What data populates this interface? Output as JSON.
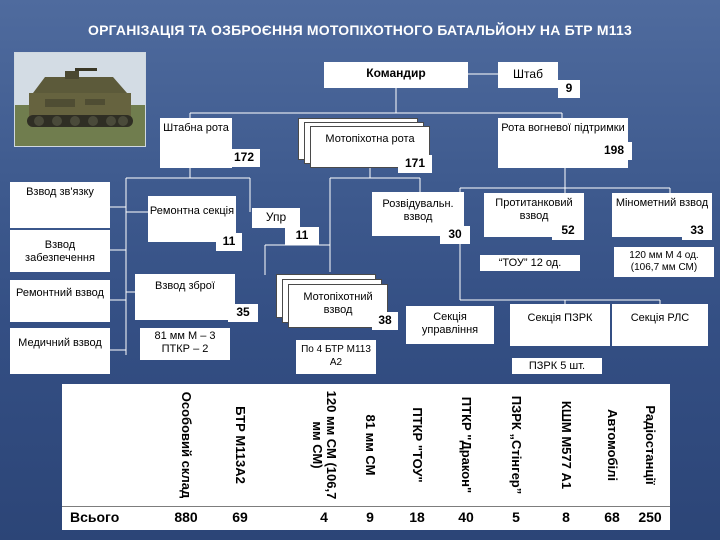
{
  "title": "ОРГАНІЗАЦІЯ ТА ОЗБРОЄННЯ МОТОПІХОТНОГО БАТАЛЬЙОНУ НА БТР М113",
  "nodes": {
    "commander": "Командир",
    "hq": "Штаб",
    "hq_num": "9",
    "hq_company": "Штабна рота",
    "hq_company_num": "172",
    "infantry_company": "Мотопіхотна рота",
    "infantry_company_num": "171",
    "fire_support_company": "Рота вогневої підтримки",
    "fire_support_num": "198",
    "comms_platoon": "Взвод зв'язку",
    "supply_platoon": "Взвод забезпечення",
    "repair_platoon": "Ремонтний взвод",
    "medical_platoon": "Медичний взвод",
    "repair_section": "Ремонтна секція",
    "repair_section_num": "11",
    "upr": "Упр",
    "upr_num": "11",
    "recon_platoon": "Розвідувальн. взвод",
    "recon_num": "30",
    "antitank_platoon": "Протитанковий взвод",
    "antitank_num": "52",
    "mortar_platoon": "Мінометний взвод",
    "mortar_num": "33",
    "tow_note": "“ТОУ” 12 од.",
    "mortar_note": "120 мм М 4 од. (106,7 мм СМ)",
    "weapons_platoon": "Взвод зброї",
    "weapons_num": "35",
    "weapons_note": "81 мм М – 3 ПТКР – 2",
    "infantry_platoon": "Мотопіхотний взвод",
    "infantry_platoon_num": "38",
    "infantry_platoon_note": "По 4 БТР М113 А2",
    "control_section": "Секція управління",
    "manpads_section": "Секція ПЗРК",
    "radar_section": "Секція РЛС",
    "manpads_note": "ПЗРК 5 шт."
  },
  "table": {
    "total_label": "Всього",
    "columns": [
      {
        "label": "Особовий склад",
        "value": "880"
      },
      {
        "label": "БТР М113А2",
        "value": "69"
      },
      {
        "label": "120 мм СМ (106,7 мм СМ)",
        "value": "4"
      },
      {
        "label": "81 мм СМ",
        "value": "9"
      },
      {
        "label": "ПТКР \"ТОУ\"",
        "value": "18"
      },
      {
        "label": "ПТКР \"Дракон\"",
        "value": "40"
      },
      {
        "label": "ПЗРК „Стінгер”",
        "value": "5"
      },
      {
        "label": "КШМ М577 А1",
        "value": "8"
      },
      {
        "label": "Автомобілі",
        "value": "68"
      },
      {
        "label": "Радіостанції",
        "value": "250"
      }
    ]
  }
}
